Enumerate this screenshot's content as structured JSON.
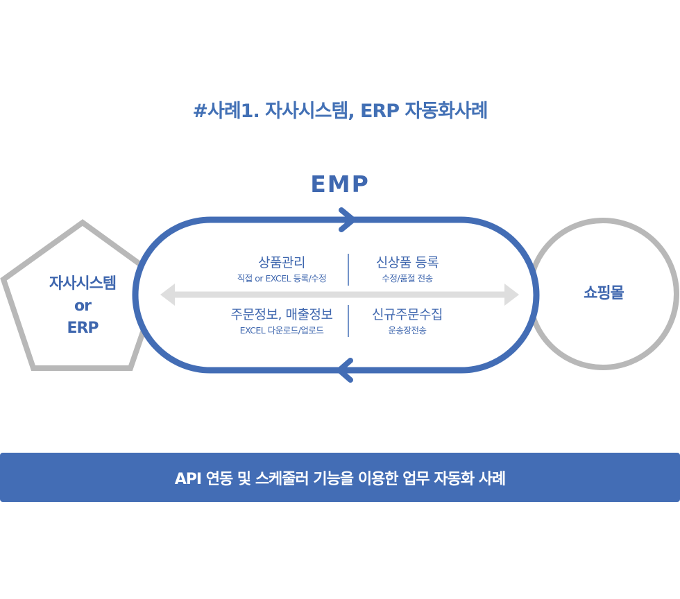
{
  "title": "#사례1. 자사시스템, ERP 자동화사례",
  "hub": {
    "logo_text": "EMP"
  },
  "nodes": {
    "company": {
      "line1": "자사시스템",
      "line2": "or",
      "line3": "ERP"
    },
    "mall": {
      "label": "쇼핑몰"
    }
  },
  "flows": {
    "to_mall": [
      {
        "main": "상품관리",
        "sub": "직접 or EXCEL 등록/수정"
      },
      {
        "main": "신상품 등록",
        "sub": "수정/품절 전송"
      }
    ],
    "to_company": [
      {
        "main": "주문정보, 매출정보",
        "sub": "EXCEL 다운로드/업로드"
      },
      {
        "main": "신규주문수집",
        "sub": "운송장전송"
      }
    ]
  },
  "banner": {
    "text": "API 연동 및 스케줄러 기능을 이용한 업무 자동화 사례"
  },
  "colors": {
    "accent_blue": "#436db5",
    "shape_gray": "#b8b8b8",
    "arrow_gray": "#dedede"
  }
}
